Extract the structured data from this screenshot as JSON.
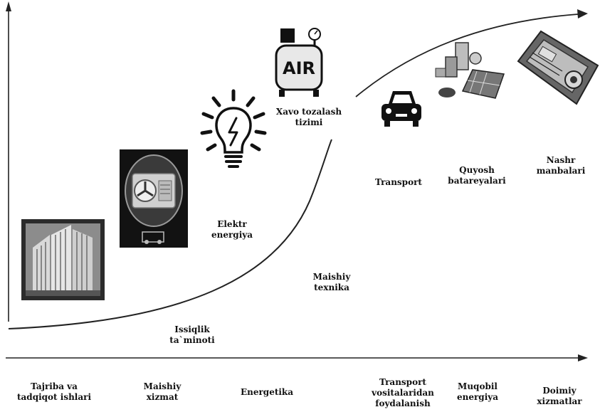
{
  "labels": {
    "air": [
      "Xavo tozalash",
      "tizimi"
    ],
    "electricity": [
      "Elektr",
      "energiya"
    ],
    "household_tech": [
      "Maishiy",
      "texnika"
    ],
    "heat": [
      "Issiqlik",
      "ta`minoti"
    ],
    "transport": [
      "Transport"
    ],
    "solar": [
      "Quyosh",
      "batareyalari"
    ],
    "publishing": [
      "Nashr",
      "manbalari"
    ]
  },
  "categories": [
    [
      "Tajriba va",
      "tadqiqot ishlari"
    ],
    [
      "Maishiy",
      "xizmat"
    ],
    [
      "Energetika"
    ],
    [
      "Transport",
      "vositalaridan",
      "foydalanish"
    ],
    [
      "Muqobil",
      "energiya"
    ],
    [
      "Doimiy",
      "xizmatlar"
    ]
  ],
  "icons": {
    "building": "building-photo",
    "heater": "wall-heater-photo",
    "bulb": "light-bulb-icon",
    "air": "air-compressor-icon",
    "car": "car-icon",
    "solar": "solar-plant-icon",
    "press": "printing-press-icon"
  },
  "image_text": {
    "air_badge": "AIR"
  }
}
